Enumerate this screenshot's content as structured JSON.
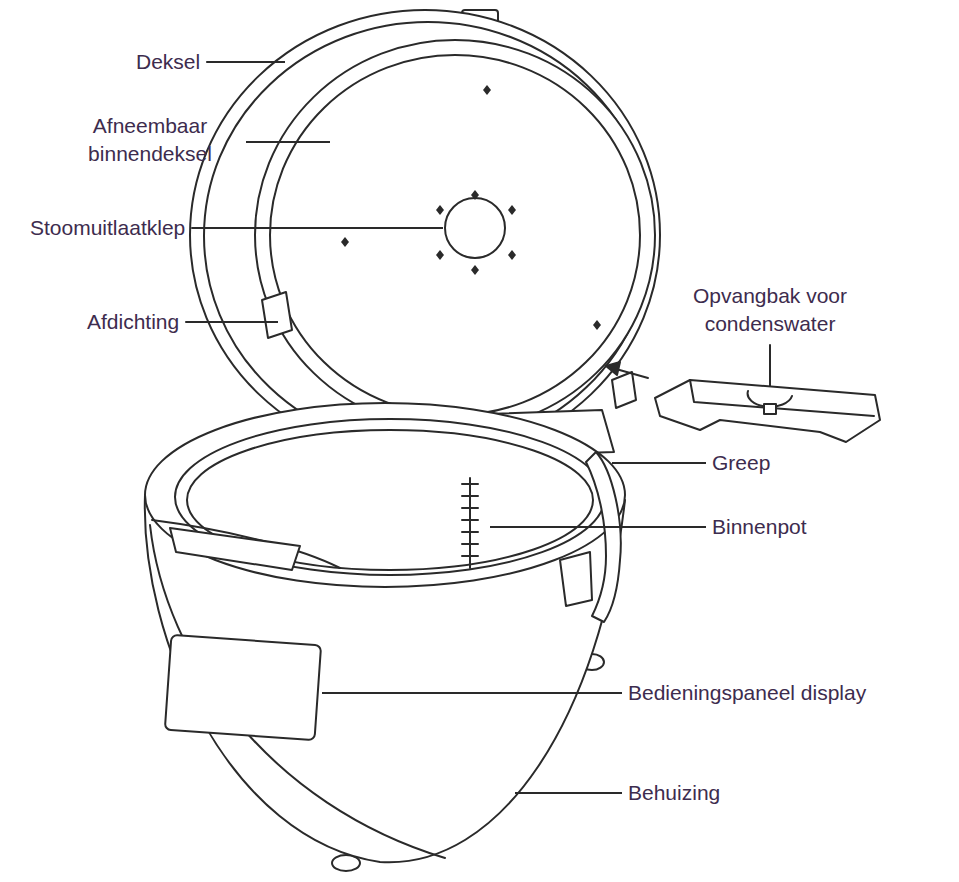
{
  "diagram": {
    "labels": [
      "Deksel",
      "Afneembaar binnendeksel",
      "Stoomuitlaatklep",
      "Afdichting",
      "Opvangbak voor condenswater",
      "Greep",
      "Binnenpot",
      "Bedieningspaneel display",
      "Behuizing"
    ]
  }
}
